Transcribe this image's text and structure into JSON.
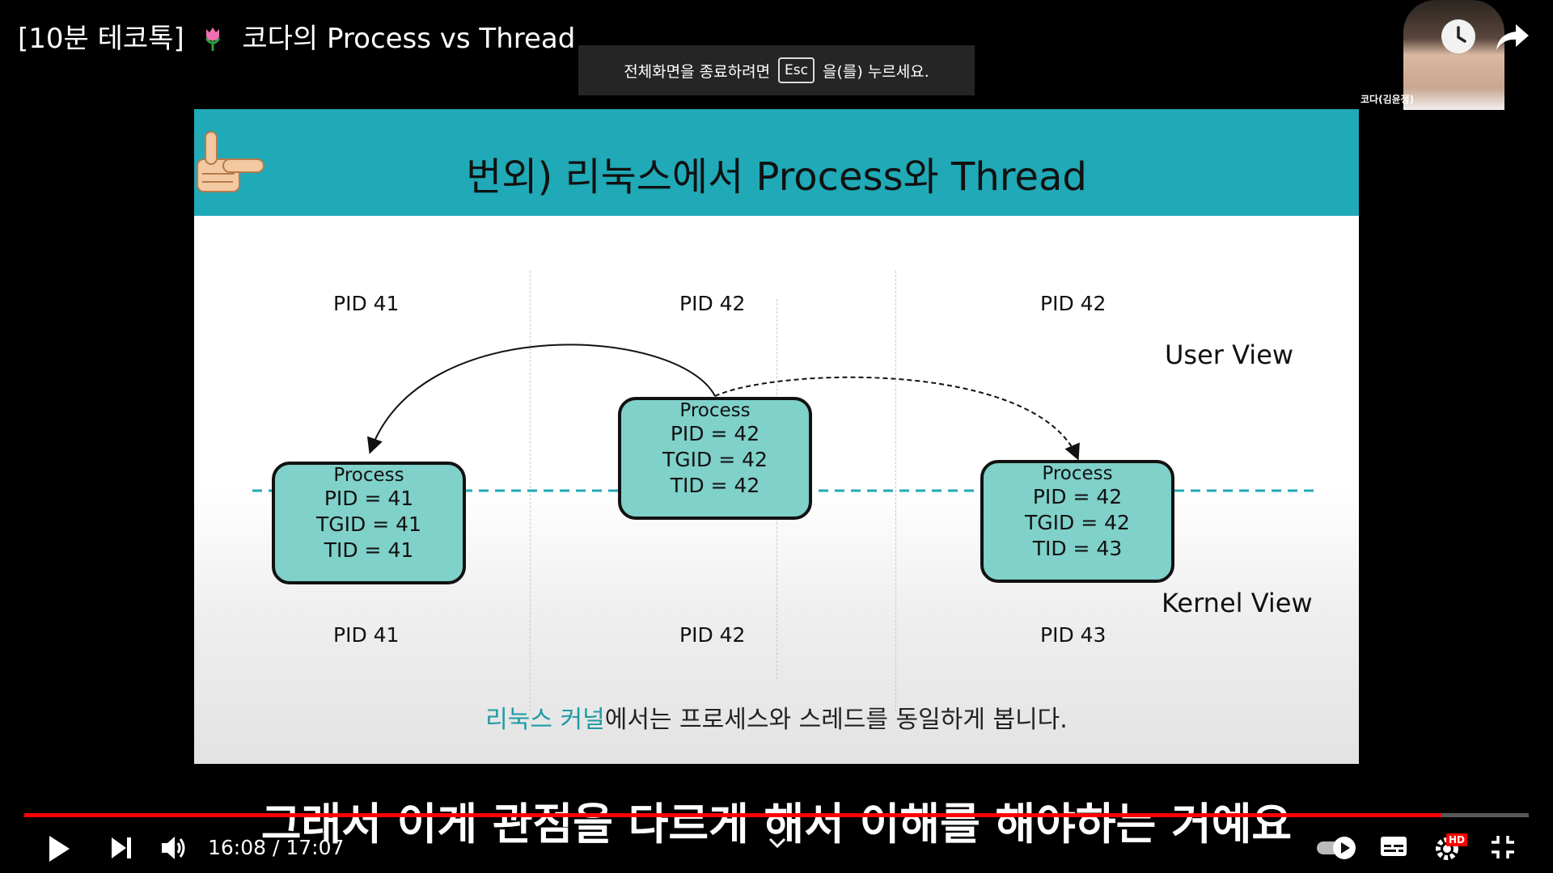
{
  "video": {
    "title_prefix": "[10분 테코톡]",
    "title_rest": "코다의 Process vs Thread"
  },
  "fullscreen_notice": {
    "before": "전체화면을 종료하려면",
    "key": "Esc",
    "after": "을(를) 누르세요."
  },
  "pip": {
    "label": "코다(김윤정)"
  },
  "slide": {
    "title": "번외) 리눅스에서 Process와 Thread",
    "top_pids": [
      "PID 41",
      "PID 42",
      "PID 42"
    ],
    "bottom_pids": [
      "PID 41",
      "PID 42",
      "PID 43"
    ],
    "user_view": "User View",
    "kernel_view": "Kernel View",
    "processes": [
      {
        "title": "Process",
        "pid": "PID = 41",
        "tgid": "TGID = 41",
        "tid": "TID = 41"
      },
      {
        "title": "Process",
        "pid": "PID = 42",
        "tgid": "TGID = 42",
        "tid": "TID = 42"
      },
      {
        "title": "Process",
        "pid": "PID = 42",
        "tgid": "TGID = 42",
        "tid": "TID = 43"
      }
    ],
    "caption_accent": "리눅스 커널",
    "caption_rest": "에서는 프로세스와 스레드를 동일하게 봅니다."
  },
  "subtitle": "그래서 이게 관점을 다르게 해서 이해를 해야하는 거예요",
  "player": {
    "current_time": "16:08",
    "duration": "17:07",
    "time_display": "16:08 / 17:07",
    "progress_fraction": 0.942,
    "hd_badge": "HD",
    "accent_color": "#ff0000"
  }
}
